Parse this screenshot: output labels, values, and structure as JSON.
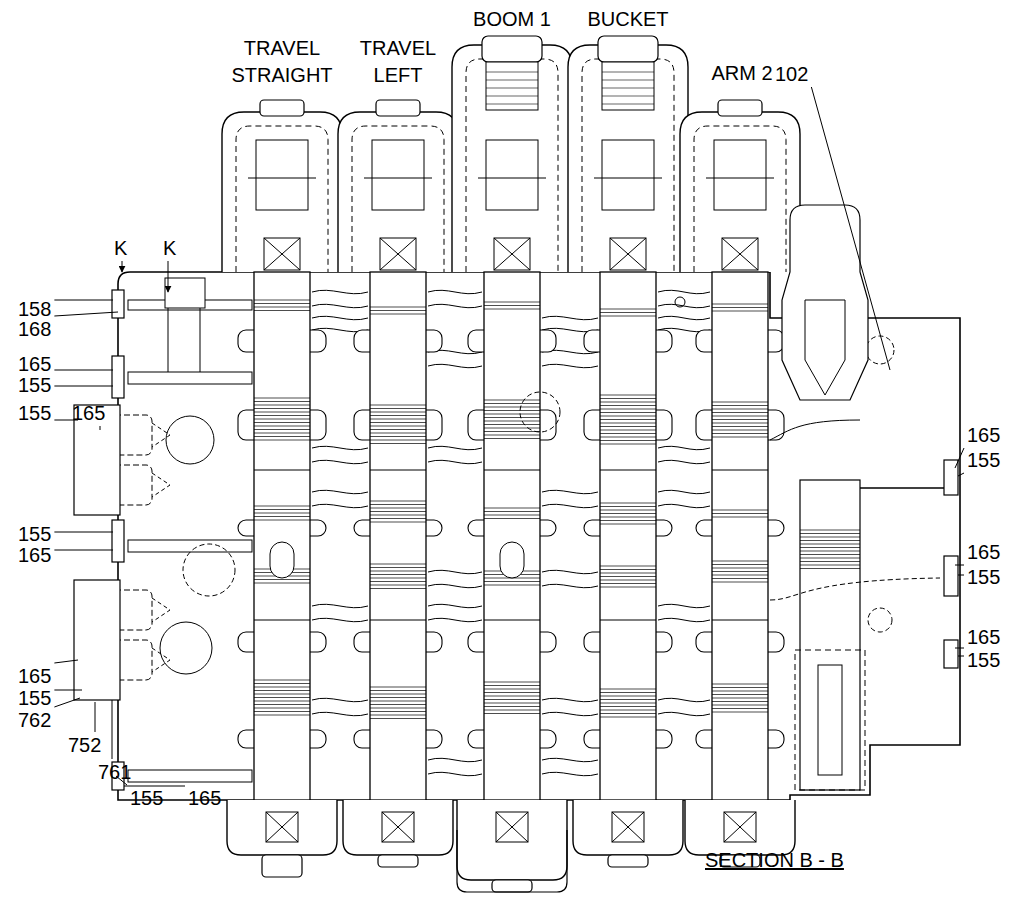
{
  "diagram": {
    "caption": "SECTION B - B",
    "labels": [
      "TRAVEL STRAIGHT",
      "TRAVEL LEFT",
      "BOOM 1",
      "BUCKET",
      "ARM 2",
      "102",
      "K",
      "K",
      "158",
      "168",
      "165",
      "155",
      "155",
      "165",
      "155",
      "165",
      "165",
      "155",
      "762",
      "752",
      "761",
      "155",
      "165",
      "165",
      "155",
      "165",
      "155",
      "165",
      "155"
    ]
  }
}
